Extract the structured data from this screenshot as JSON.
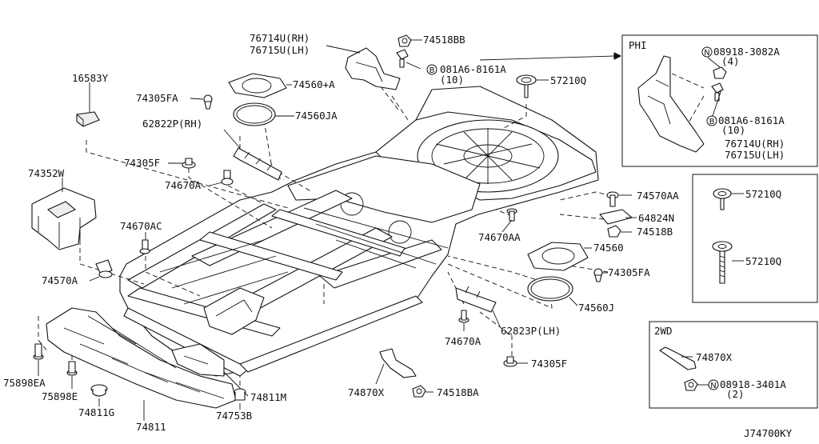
{
  "diagram_id": "J74700KY",
  "inset_labels": {
    "phi": "PHI",
    "twowd": "2WD"
  },
  "parts": {
    "p16583Y": "16583Y",
    "p74305FA_top": "74305FA",
    "p74560A": "74560+A",
    "p74560JA": "74560JA",
    "p62822P": "62822P(RH)",
    "p74305F_left": "74305F",
    "p74670A_left": "74670A",
    "p74352W": "74352W",
    "p74670AC": "74670AC",
    "p74570A": "74570A",
    "p76714U": "76714U(RH)",
    "p76715U": "76715U(LH)",
    "p74518BB": "74518BB",
    "p081A6_main": "081A6-8161A",
    "p081A6_main_qty": "(10)",
    "p57210Q_main": "57210Q",
    "p74570AA": "74570AA",
    "p64824N": "64824N",
    "p74518B": "74518B",
    "p74670AA": "74670AA",
    "p74560": "74560",
    "p74305FA_right": "74305FA",
    "p74560J": "74560J",
    "p62823P": "62823P(LH)",
    "p74670A_bot": "74670A",
    "p74305F_bot": "74305F",
    "p74870X_main": "74870X",
    "p74518BA": "74518BA",
    "p75898EA": "75898EA",
    "p75898E": "75898E",
    "p74811G": "74811G",
    "p74811": "74811",
    "p74753B": "74753B",
    "p74811M": "74811M",
    "phi_08918": "08918-3082A",
    "phi_08918_qty": "(4)",
    "phi_081A6": "081A6-8161A",
    "phi_081A6_qty": "(10)",
    "phi_76714U": "76714U(RH)",
    "phi_76715U": "76715U(LH)",
    "inset_57210Q_a": "57210Q",
    "inset_57210Q_b": "57210Q",
    "wd_74870X": "74870X",
    "wd_08918": "08918-3401A",
    "wd_08918_qty": "(2)"
  },
  "symbols": {
    "nut": "N",
    "bolt": "B"
  }
}
